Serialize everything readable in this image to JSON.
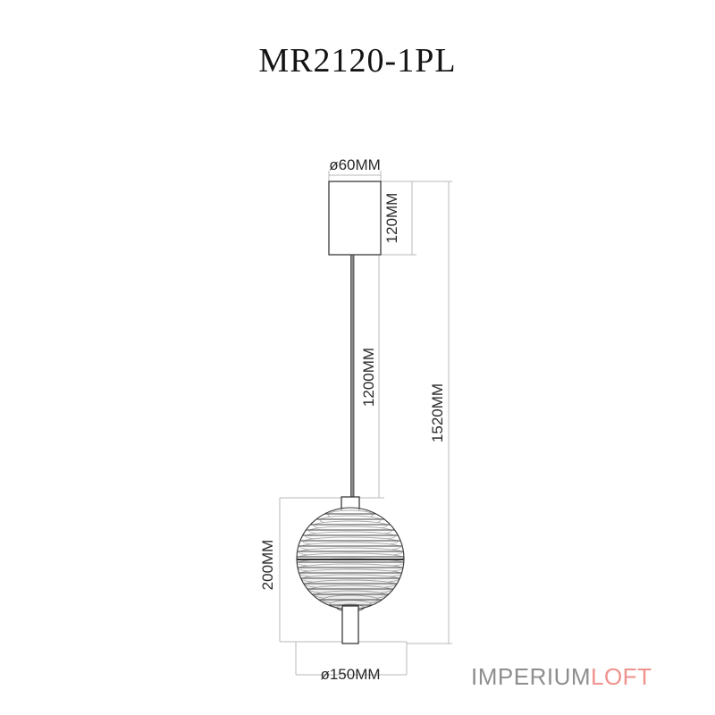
{
  "title": "MR2120-1PL",
  "colors": {
    "outline": "#3a3a3a",
    "dimension_line": "#b8b8b8",
    "dimension_text": "#2a2a2a",
    "title_text": "#141414",
    "logo_main": "#8e8e8e",
    "logo_accent": "#ef928d",
    "background": "#ffffff"
  },
  "dimensions": {
    "canopy_diameter": "ø60MM",
    "canopy_height": "120MM",
    "cord_length": "1200MM",
    "total_height": "1520MM",
    "shade_height": "200MM",
    "shade_diameter": "ø150MM"
  },
  "logo": {
    "main": "IMPERIUM",
    "accent": "LOFT"
  },
  "product": {
    "type": "pendant-lamp",
    "parts": [
      "canopy",
      "suspension-cord",
      "ribbed-globe-shade",
      "bottom-stem"
    ],
    "shade_rib_count": 19
  }
}
